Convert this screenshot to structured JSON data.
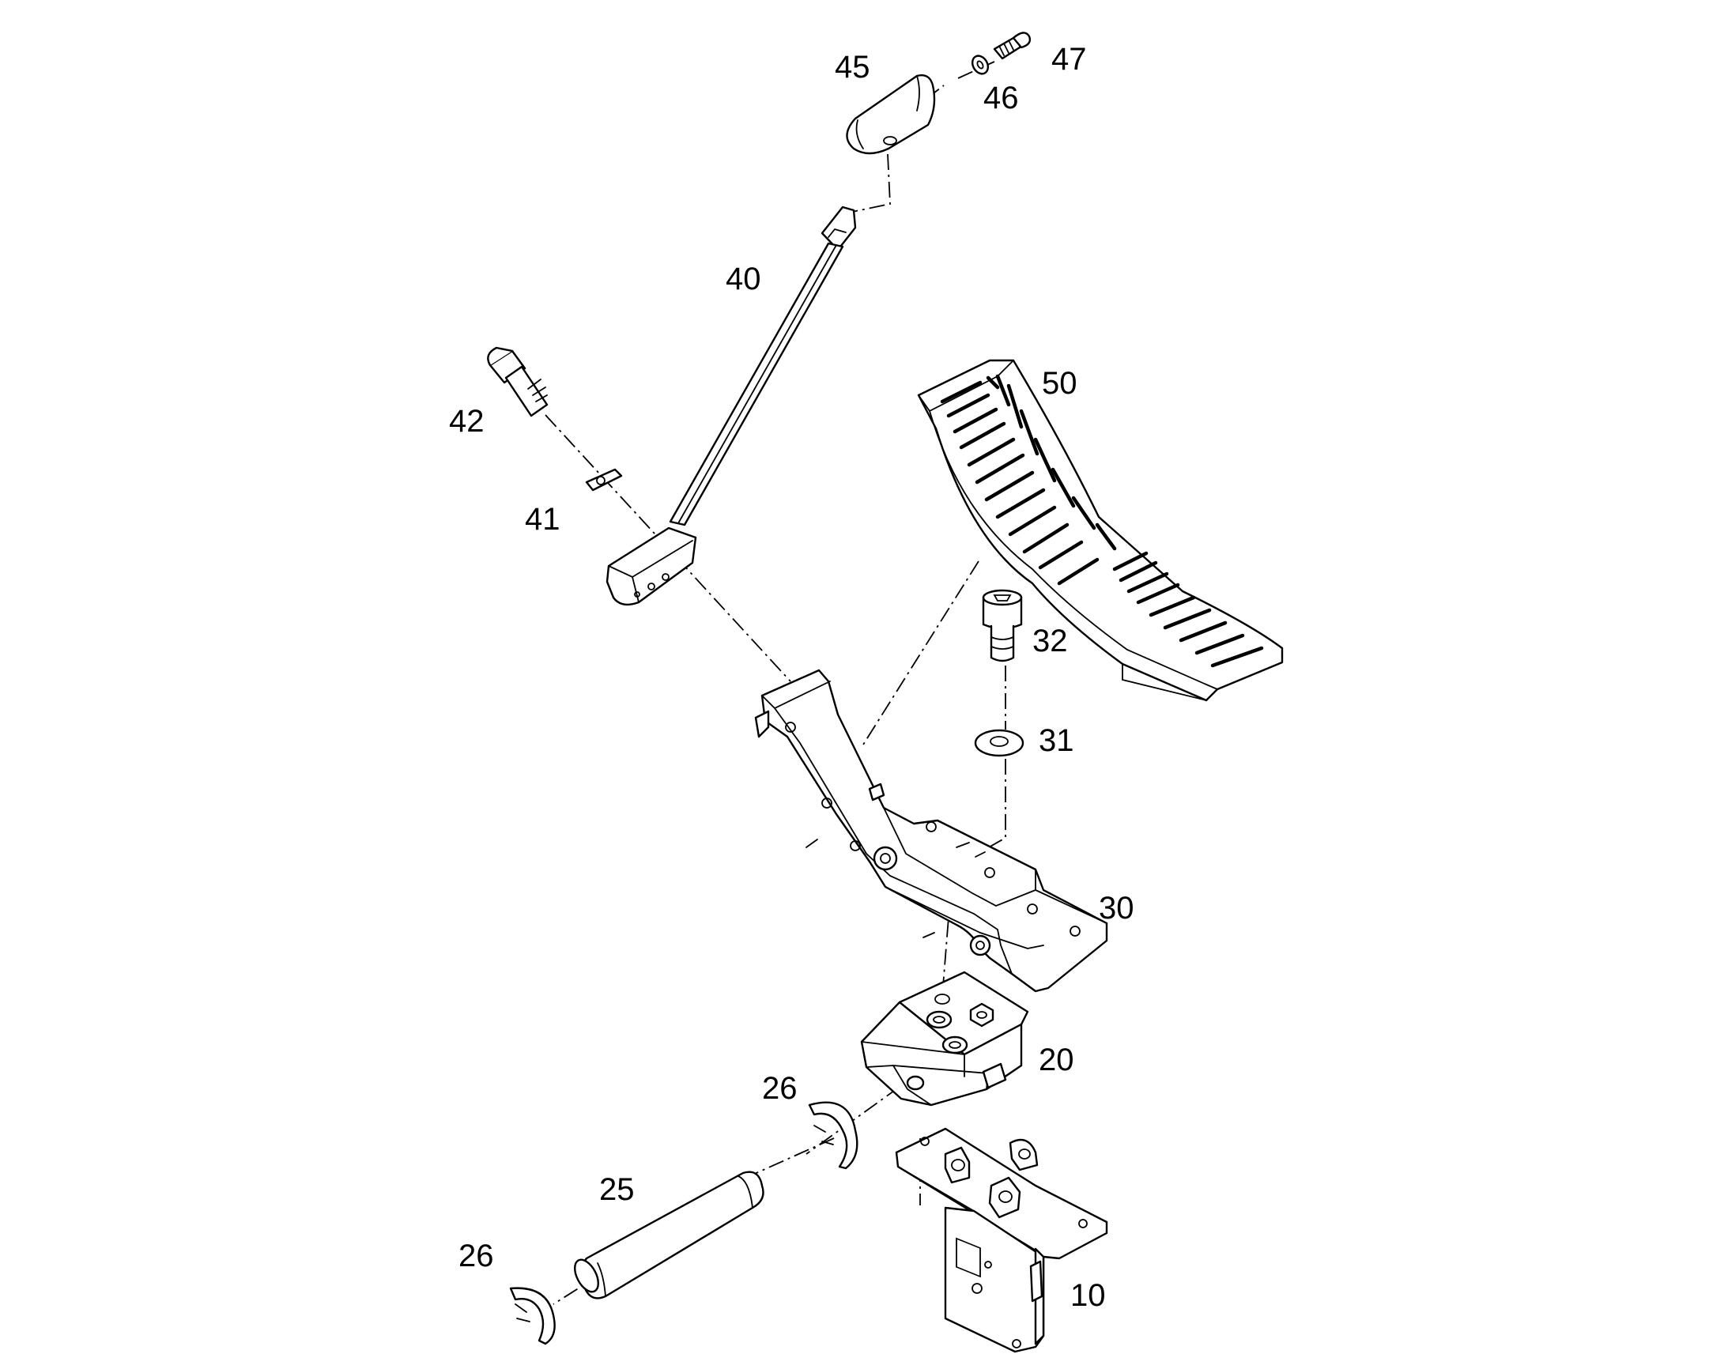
{
  "diagram": {
    "callouts": [
      {
        "id": "c47",
        "label": "47"
      },
      {
        "id": "c45",
        "label": "45"
      },
      {
        "id": "c46",
        "label": "46"
      },
      {
        "id": "c40",
        "label": "40"
      },
      {
        "id": "c50",
        "label": "50"
      },
      {
        "id": "c42",
        "label": "42"
      },
      {
        "id": "c41",
        "label": "41"
      },
      {
        "id": "c32",
        "label": "32"
      },
      {
        "id": "c31",
        "label": "31"
      },
      {
        "id": "c30",
        "label": "30"
      },
      {
        "id": "c20",
        "label": "20"
      },
      {
        "id": "c26a",
        "label": "26"
      },
      {
        "id": "c25",
        "label": "25"
      },
      {
        "id": "c26b",
        "label": "26"
      },
      {
        "id": "c10",
        "label": "10"
      }
    ]
  },
  "colors": {
    "line": "#000000",
    "background": "#ffffff"
  }
}
